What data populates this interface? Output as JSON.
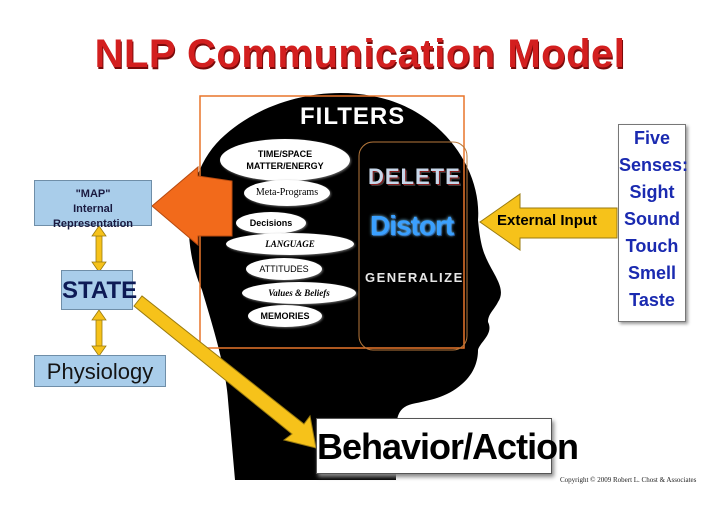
{
  "title": "NLP Communication Model",
  "filters": {
    "label": "FILTERS",
    "items": [
      {
        "line1": "TIME/SPACE",
        "line2": "MATTER/ENERGY"
      },
      {
        "label": "Meta-Programs"
      },
      {
        "label": "Decisions"
      },
      {
        "label": "LANGUAGE"
      },
      {
        "label": "ATTITUDES"
      },
      {
        "label": "Values & Beliefs"
      },
      {
        "label": "MEMORIES"
      }
    ],
    "processes": [
      "DELETE",
      "Distort",
      "GENERALIZE"
    ]
  },
  "map_box": {
    "line1": "\"MAP\"",
    "line2": "Internal Representation"
  },
  "state_box": "STATE",
  "physiology_box": "Physiology",
  "external_input": "External Input",
  "senses": [
    "Five",
    "Senses:",
    "Sight",
    "Sound",
    "Touch",
    "Smell",
    "Taste"
  ],
  "behavior": "Behavior/Action",
  "copyright": "Copyright © 2009 Robert L. Chost & Associates",
  "colors": {
    "title": "#d31f1f",
    "box_fill": "#a9cdea",
    "head": "#000000",
    "orange_arrow": "#f26a1b",
    "yellow_arrow": "#f6c21a",
    "filter_frame": "#e8752a",
    "senses_text": "#1a2ab0"
  }
}
